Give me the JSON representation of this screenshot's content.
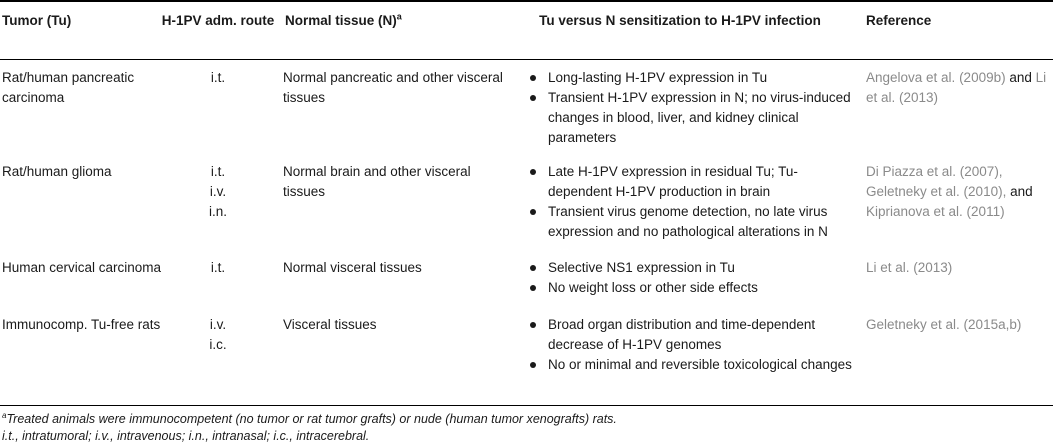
{
  "headers": {
    "tumor": "Tumor (Tu)",
    "route": "H-1PV adm. route",
    "normal": "Normal tissue (N)",
    "normal_sup": "a",
    "sensitization": "Tu versus N sensitization to H-1PV infection",
    "reference": "Reference"
  },
  "rows": [
    {
      "tumor": "Rat/human pancreatic carcinoma",
      "route": "i.t.",
      "normal": "Normal pancreatic and other visceral tissues",
      "effects": [
        "Long-lasting H-1PV expression in Tu",
        "Transient H-1PV expression in N; no virus-induced changes in blood, liver, and kidney clinical parameters"
      ],
      "reference": "Angelova et al. (2009b)",
      "reference_join": " and ",
      "reference_2": "Li et al. (2013)"
    },
    {
      "tumor": "Rat/human glioma",
      "route": [
        "i.t.",
        "i.v.",
        "i.n."
      ],
      "normal": "Normal brain and other visceral tissues",
      "effects": [
        "Late H-1PV expression in residual Tu; Tu-dependent H-1PV production in brain",
        "Transient virus genome detection, no late virus expression and no pathological alterations in N"
      ],
      "reference": "Di Piazza et al. (2007),",
      "reference_2": "Geletneky et al. (2010),",
      "reference_join": " and ",
      "reference_3": "Kiprianova et al. (2011)"
    },
    {
      "tumor": "Human cervical carcinoma",
      "route": "i.t.",
      "normal": "Normal visceral tissues",
      "effects": [
        "Selective NS1 expression in Tu",
        "No weight loss or other side effects"
      ],
      "reference": "Li et al. (2013)"
    },
    {
      "tumor": "Immunocomp. Tu-free rats",
      "route": [
        "i.v.",
        "i.c."
      ],
      "normal": "Visceral tissues",
      "effects": [
        "Broad organ distribution and time-dependent decrease of H-1PV genomes",
        "No or minimal and reversible toxicological changes"
      ],
      "reference": "Geletneky et al. (2015a,b)"
    }
  ],
  "footnotes": {
    "a_marker": "a",
    "a_text": "Treated animals were immunocompetent (no tumor or rat tumor grafts) or nude (human tumor xenografts) rats.",
    "abbrev": "i.t., intratumoral; i.v., intravenous; i.n., intranasal; i.c., intracerebral."
  }
}
